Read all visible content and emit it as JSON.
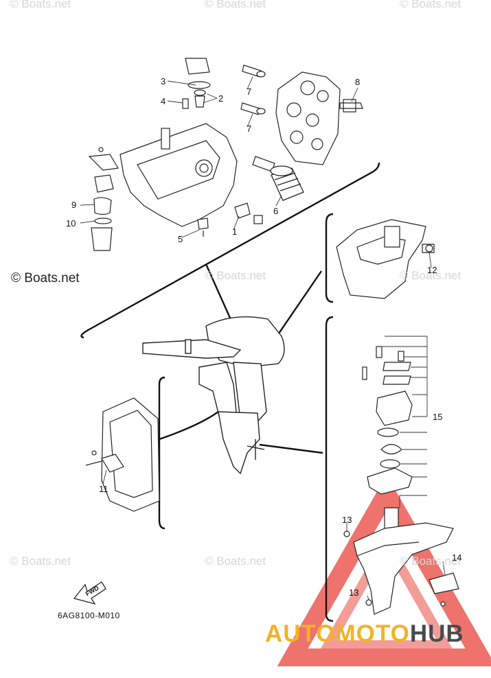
{
  "watermark": {
    "text": "© Boats.net",
    "main_text": "© Boats.net"
  },
  "diagram_code": "6AG8100-M010",
  "fwd_label": "FWD",
  "part_numbers": [
    "1",
    "2",
    "3",
    "4",
    "5",
    "6",
    "7",
    "7",
    "8",
    "9",
    "10",
    "11",
    "12",
    "13",
    "13",
    "14",
    "15"
  ],
  "logo": {
    "part_a": "AUTOMOTO",
    "part_b": "HUB",
    "color_a": "#f3b226",
    "color_b": "#4a4a4a",
    "triangle_color": "#e8453c"
  }
}
